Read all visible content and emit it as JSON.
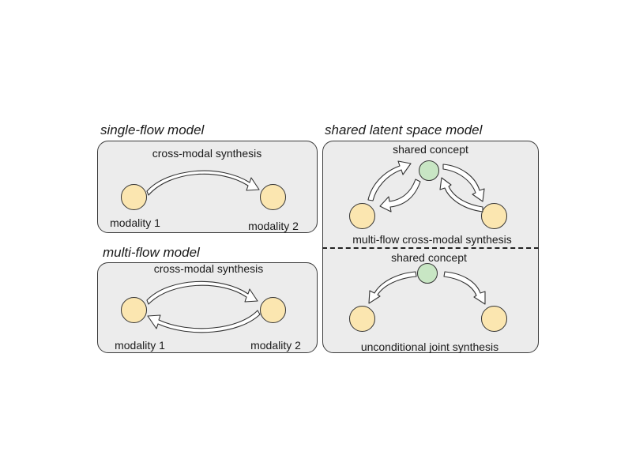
{
  "single_flow": {
    "title": "single-flow model",
    "synthesis_label": "cross-modal synthesis",
    "modality_1": "modality 1",
    "modality_2": "modality 2"
  },
  "multi_flow": {
    "title": "multi-flow model",
    "synthesis_label": "cross-modal synthesis",
    "modality_1": "modality 1",
    "modality_2": "modality 2"
  },
  "shared_latent": {
    "title": "shared latent space model",
    "top": {
      "concept_label": "shared concept",
      "synthesis_label": "multi-flow cross-modal synthesis"
    },
    "bottom": {
      "concept_label": "shared concept",
      "synthesis_label": "unconditional joint synthesis"
    }
  },
  "colors": {
    "panel_fill": "#ececec",
    "modality_node": "#fbe6b0",
    "concept_node": "#c8e6c4"
  }
}
